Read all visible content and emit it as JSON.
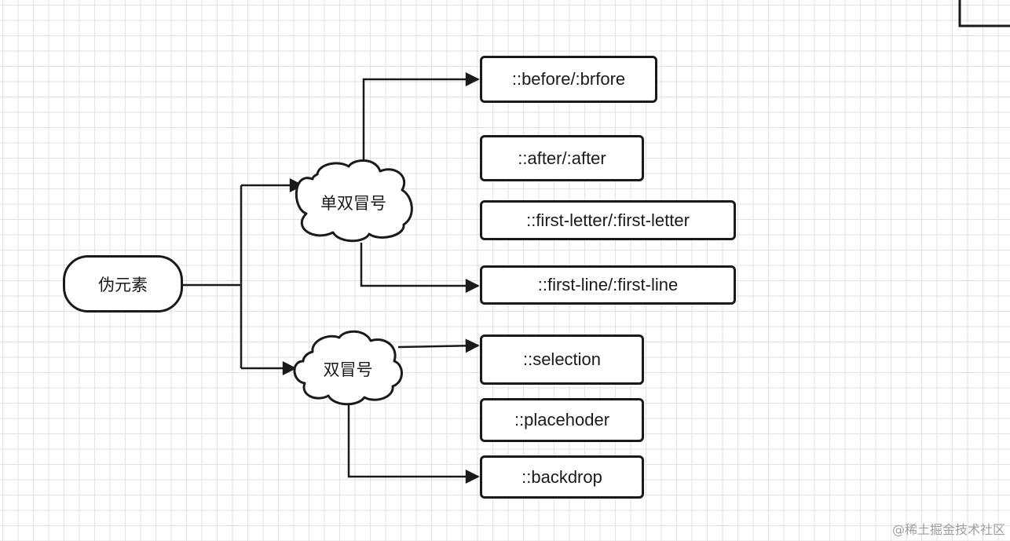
{
  "diagram": {
    "root": {
      "label": "伪元素"
    },
    "groups": [
      {
        "label": "单双冒号",
        "children": [
          "::before/:brfore",
          "::after/:after",
          "::first-letter/:first-letter",
          "::first-line/:first-line"
        ]
      },
      {
        "label": "双冒号",
        "children": [
          "::selection",
          "::placehoder",
          "::backdrop"
        ]
      }
    ]
  },
  "watermark": "@稀土掘金技术社区",
  "colors": {
    "stroke": "#1a1a1a",
    "grid": "#e2e2e2",
    "background": "#ffffff"
  }
}
